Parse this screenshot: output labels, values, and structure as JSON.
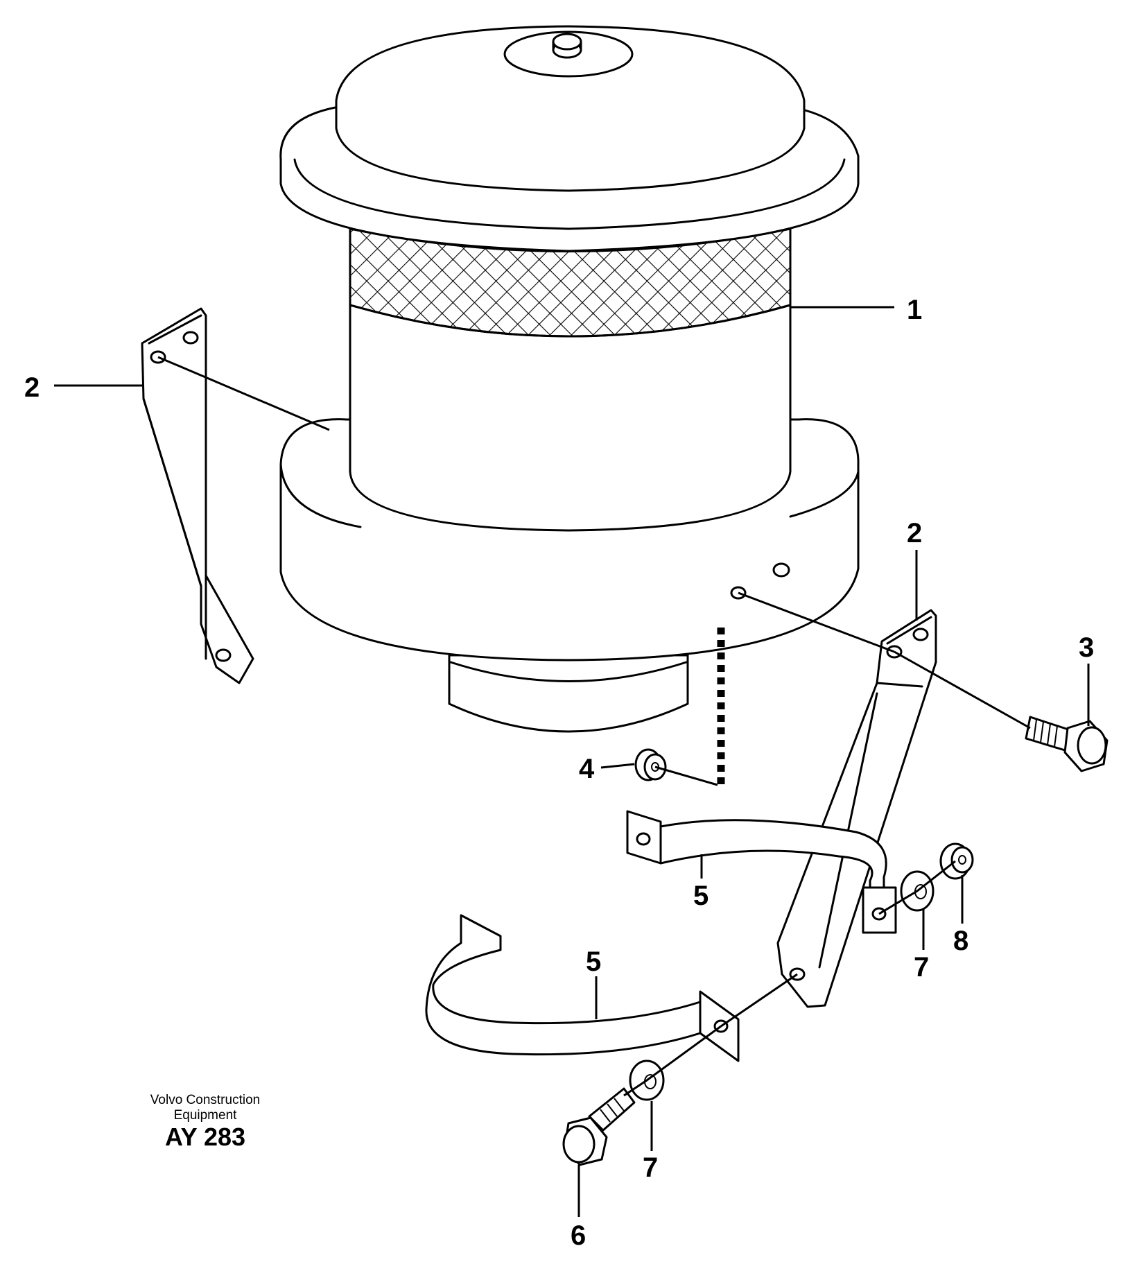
{
  "callouts": {
    "c1": "1",
    "c2_left": "2",
    "c2_right": "2",
    "c3": "3",
    "c4": "4",
    "c5_upper": "5",
    "c5_lower": "5",
    "c6": "6",
    "c7_upper": "7",
    "c7_lower": "7",
    "c8": "8"
  },
  "credit": {
    "line1": "Volvo Construction",
    "line2": "Equipment",
    "code": "AY 283"
  }
}
